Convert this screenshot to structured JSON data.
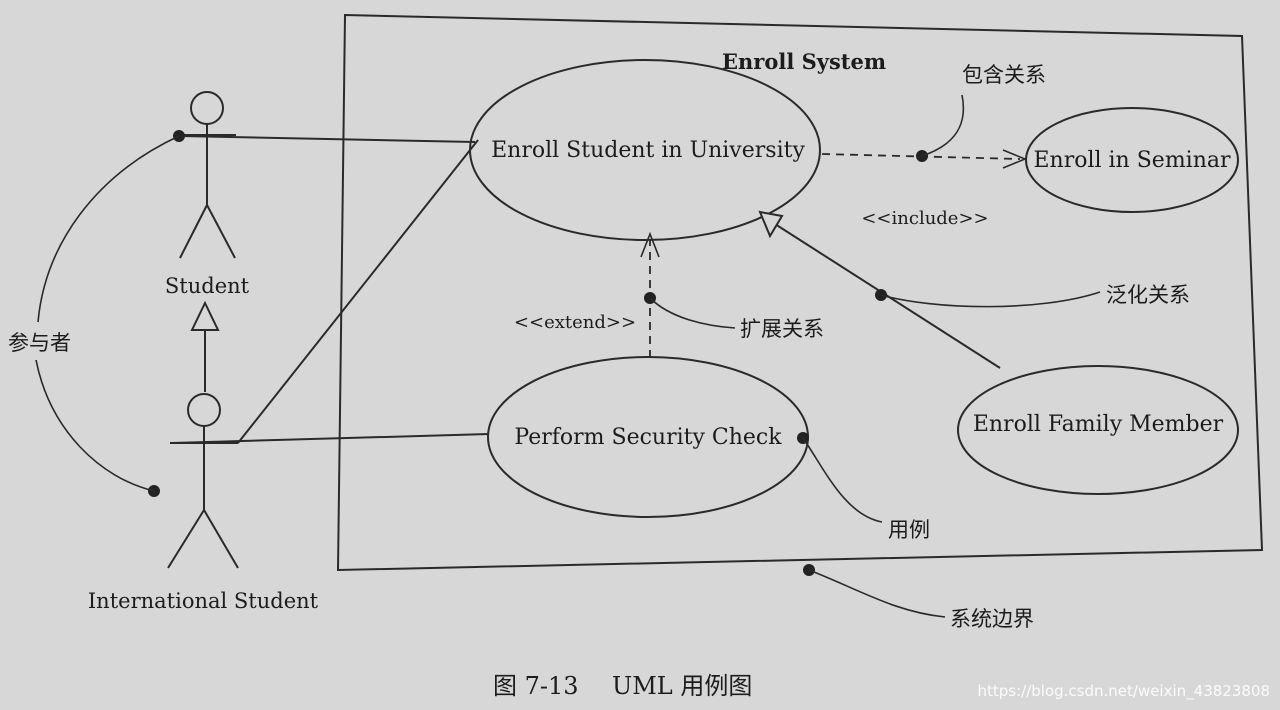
{
  "system": {
    "title": "Enroll System"
  },
  "use_cases": {
    "enroll_student": "Enroll Student in University",
    "enroll_seminar": "Enroll in Seminar",
    "security_check": "Perform Security Check",
    "family_member": "Enroll Family Member"
  },
  "actors": {
    "student": "Student",
    "international_student": "International Student"
  },
  "stereotypes": {
    "include": "<<include>>",
    "extend": "<<extend>>"
  },
  "annotations": {
    "include_relation": "包含关系",
    "generalization_relation": "泛化关系",
    "extend_relation": "扩展关系",
    "use_case": "用例",
    "system_boundary": "系统边界",
    "actor": "参与者"
  },
  "caption": {
    "figure_number": "图 7-13",
    "figure_title": "UML 用例图"
  },
  "watermark": "https://blog.csdn.net/weixin_43823808"
}
